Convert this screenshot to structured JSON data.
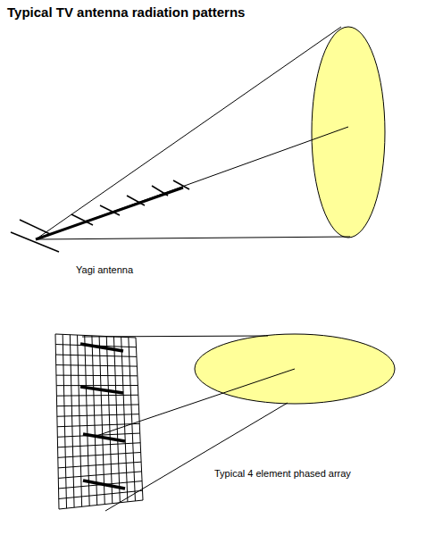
{
  "diagram": {
    "title": "Typical TV antenna radiation patterns",
    "labels": [
      "Yagi antenna",
      "Typical 4 element phased array"
    ]
  }
}
